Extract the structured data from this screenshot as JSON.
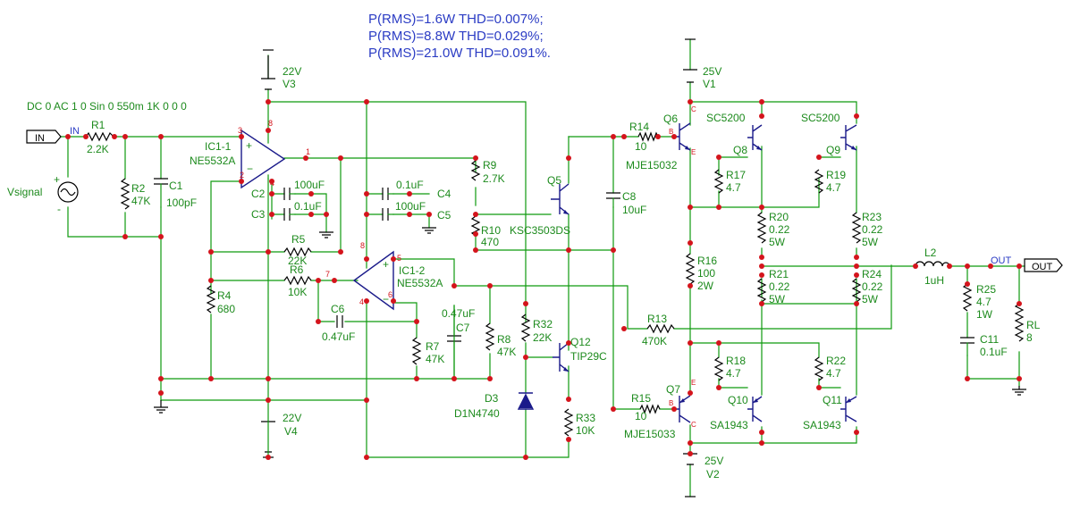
{
  "results": [
    "P(RMS)=1.6W THD=0.007%;",
    "P(RMS)=8.8W THD=0.029%;",
    "P(RMS)=21.0W THD=0.091%."
  ],
  "source": {
    "spec": "DC 0 AC 1 0 Sin 0 550m 1K 0 0 0",
    "name": "Vsignal"
  },
  "ports": {
    "in": "IN",
    "out": "OUT"
  },
  "nets": {
    "in": "IN",
    "out": "OUT"
  },
  "components": {
    "R1": {
      "ref": "R1",
      "value": "2.2K"
    },
    "R2": {
      "ref": "R2",
      "value": "47K"
    },
    "C1": {
      "ref": "C1",
      "value": "100pF"
    },
    "IC1_1": {
      "ref": "IC1-1",
      "value": "NE5532A"
    },
    "IC1_2": {
      "ref": "IC1-2",
      "value": "NE5532A"
    },
    "C2": {
      "ref": "C2",
      "value": "100uF"
    },
    "C3": {
      "ref": "C3",
      "value": "0.1uF"
    },
    "C4": {
      "ref": "C4",
      "value": "0.1uF"
    },
    "C5": {
      "ref": "C5",
      "value": "100uF"
    },
    "R4": {
      "ref": "R4",
      "value": "680"
    },
    "R5": {
      "ref": "R5",
      "value": "22K"
    },
    "R6": {
      "ref": "R6",
      "value": "10K"
    },
    "C6": {
      "ref": "C6",
      "value": "0.47uF"
    },
    "R7": {
      "ref": "R7",
      "value": "47K"
    },
    "C7": {
      "ref": "C7",
      "value": "0.47uF"
    },
    "R8": {
      "ref": "R8",
      "value": "47K"
    },
    "R9": {
      "ref": "R9",
      "value": "2.7K"
    },
    "R10": {
      "ref": "R10",
      "value": "470"
    },
    "Q5": {
      "ref": "Q5",
      "value": "KSC3503DS"
    },
    "R32": {
      "ref": "R32",
      "value": "22K"
    },
    "D3": {
      "ref": "D3",
      "value": "D1N4740"
    },
    "Q12": {
      "ref": "Q12",
      "value": "TIP29C"
    },
    "R33": {
      "ref": "R33",
      "value": "10K"
    },
    "C8": {
      "ref": "C8",
      "value": "10uF"
    },
    "R14": {
      "ref": "R14",
      "value": "10"
    },
    "R15": {
      "ref": "R15",
      "value": "10"
    },
    "R13": {
      "ref": "R13",
      "value": "470K"
    },
    "Q6": {
      "ref": "Q6",
      "value": "MJE15032"
    },
    "Q7": {
      "ref": "Q7",
      "value": "MJE15033"
    },
    "R16": {
      "ref": "R16",
      "value": "100",
      "power": "2W"
    },
    "Q8": {
      "ref": "Q8",
      "value": "SC5200"
    },
    "Q9": {
      "ref": "Q9",
      "value": "SC5200"
    },
    "Q10": {
      "ref": "Q10",
      "value": "SA1943"
    },
    "Q11": {
      "ref": "Q11",
      "value": "SA1943"
    },
    "R17": {
      "ref": "R17",
      "value": "4.7"
    },
    "R19": {
      "ref": "R19",
      "value": "4.7"
    },
    "R18": {
      "ref": "R18",
      "value": "4.7"
    },
    "R22": {
      "ref": "R22",
      "value": "4.7"
    },
    "R20": {
      "ref": "R20",
      "value": "0.22",
      "power": "5W"
    },
    "R23": {
      "ref": "R23",
      "value": "0.22",
      "power": "5W"
    },
    "R21": {
      "ref": "R21",
      "value": "0.22",
      "power": "5W"
    },
    "R24": {
      "ref": "R24",
      "value": "0.22",
      "power": "5W"
    },
    "L2": {
      "ref": "L2",
      "value": "1uH"
    },
    "R25": {
      "ref": "R25",
      "value": "4.7",
      "power": "1W"
    },
    "C11": {
      "ref": "C11",
      "value": "0.1uF"
    },
    "RL": {
      "ref": "RL",
      "value": "8"
    },
    "V1": {
      "ref": "V1",
      "value": "25V"
    },
    "V2": {
      "ref": "V2",
      "value": "25V"
    },
    "V3": {
      "ref": "V3",
      "value": "22V"
    },
    "V4": {
      "ref": "V4",
      "value": "22V"
    }
  },
  "pins": {
    "ic1_3": "3",
    "ic1_8": "8",
    "ic1_1": "1",
    "ic1_2": "2",
    "ic1_4": "4",
    "ic2_8": "8",
    "ic2_7": "7",
    "ic2_5": "5",
    "ic2_6": "6",
    "ic2_4": "4",
    "q6_c": "C",
    "q6_b": "B",
    "q6_e": "E",
    "q7_e": "E",
    "q7_b": "B",
    "q7_c": "C"
  }
}
